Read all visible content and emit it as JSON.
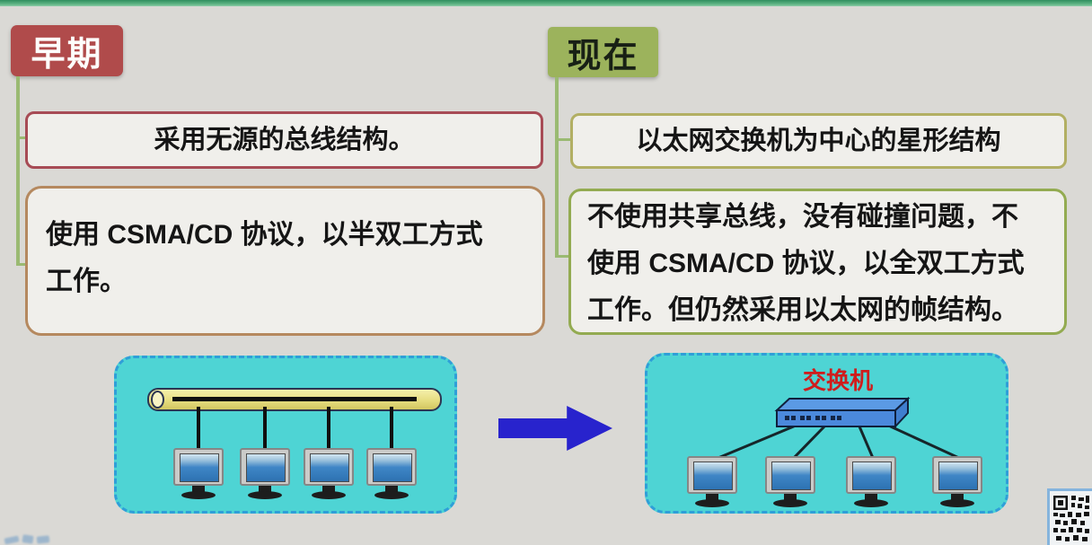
{
  "early": {
    "badge": "早期",
    "box1": "采用无源的总线结构。",
    "box2": "使用 CSMA/CD 协议，以半双工方式\n工作。"
  },
  "now": {
    "badge": "现在",
    "box1": "以太网交换机为中心的星形结构",
    "box2": "不使用共享总线，没有碰撞问题，不\n使用 CSMA/CD 协议，以全双工方式\n工作。但仍然采用以太网的帧结构。"
  },
  "diagram": {
    "switch_label": "交换机",
    "bus_computers": 4,
    "star_computers": 4
  },
  "colors": {
    "top_bar": "#3f9a6b",
    "early_badge": "#b04b4b",
    "early_box1_border": "#a74b55",
    "early_box2_border": "#b5895f",
    "now_badge": "#9cb35c",
    "now_box1_border": "#b2af63",
    "now_box2_border": "#93ab51",
    "branch_line": "#9aba72",
    "panel_fill": "#4ed4d4",
    "panel_border": "#2f9fd8",
    "bus_cable": "#e6dd80",
    "arrow": "#2823cd",
    "switch_label_color": "#cf1d1d"
  }
}
